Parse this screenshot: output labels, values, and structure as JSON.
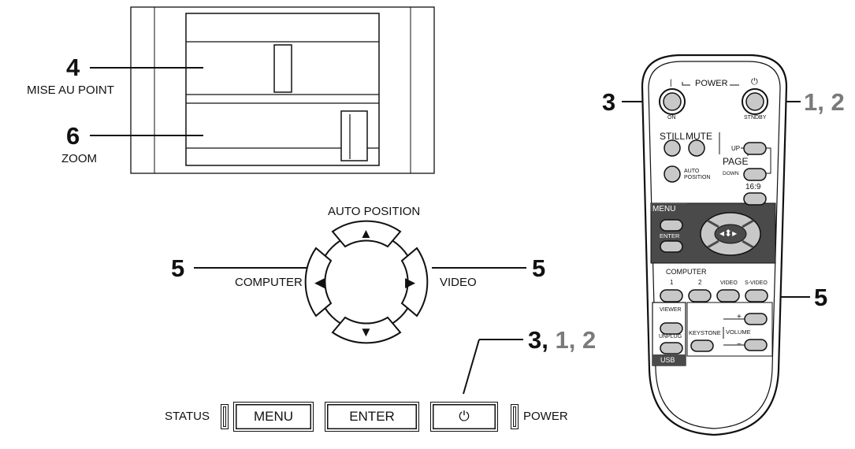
{
  "callouts": {
    "focus_num": "4",
    "focus_label": "MISE AU POINT",
    "zoom_num": "6",
    "zoom_label": "ZOOM",
    "pad_left": "5",
    "pad_right": "5",
    "panel_power_prefix": "3,",
    "panel_power_suffix": "1, 2",
    "remote_on": "3",
    "remote_standby": "1, 2",
    "remote_source": "5"
  },
  "control_pad": {
    "up_label": "AUTO POSITION",
    "left_label": "COMPUTER",
    "right_label": "VIDEO",
    "up_arrow": "▲",
    "down_arrow": "▼",
    "left_arrow": "◀",
    "right_arrow": "▶"
  },
  "panel_buttons": {
    "status_label": "STATUS",
    "menu": "MENU",
    "enter": "ENTER",
    "power_icon": "⏻",
    "power_label": "POWER"
  },
  "remote": {
    "power": "POWER",
    "on_symbol": "|",
    "standby_symbol": "⏻",
    "on": "ON",
    "standby": "STNDBY",
    "still": "STILL",
    "mute": "MUTE",
    "page": "PAGE",
    "up": "UP",
    "down": "DOWN",
    "auto": "AUTO",
    "position": "POSITION",
    "ratio": "16:9",
    "menu": "MENU",
    "enter": "ENTER",
    "arrows": "◂⬍▸",
    "computer": "COMPUTER",
    "computer_1": "1",
    "computer_2": "2",
    "video": "VIDEO",
    "svideo": "S-VIDEO",
    "viewer": "VIEWER",
    "unplug": "UNPLUG",
    "usb": "USB",
    "keystone": "KEYSTONE",
    "volume": "VOLUME",
    "plus": "+",
    "minus": "−"
  }
}
